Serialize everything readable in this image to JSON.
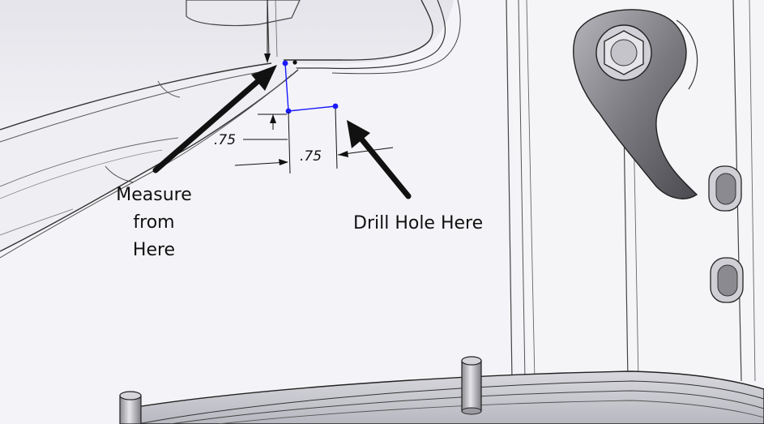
{
  "annotations": {
    "measure_from": [
      "Measure",
      "from",
      "Here"
    ],
    "drill_hole": "Drill Hole Here"
  },
  "dimensions": {
    "vertical": ".75",
    "horizontal": ".75"
  },
  "colors": {
    "sketch": "#1a1aff",
    "arrow": "#111111",
    "edge": "#3a3a3a",
    "face_light": "#f2f2f6",
    "face_mid": "#dcdce2",
    "face_dark": "#9a9aa0"
  }
}
